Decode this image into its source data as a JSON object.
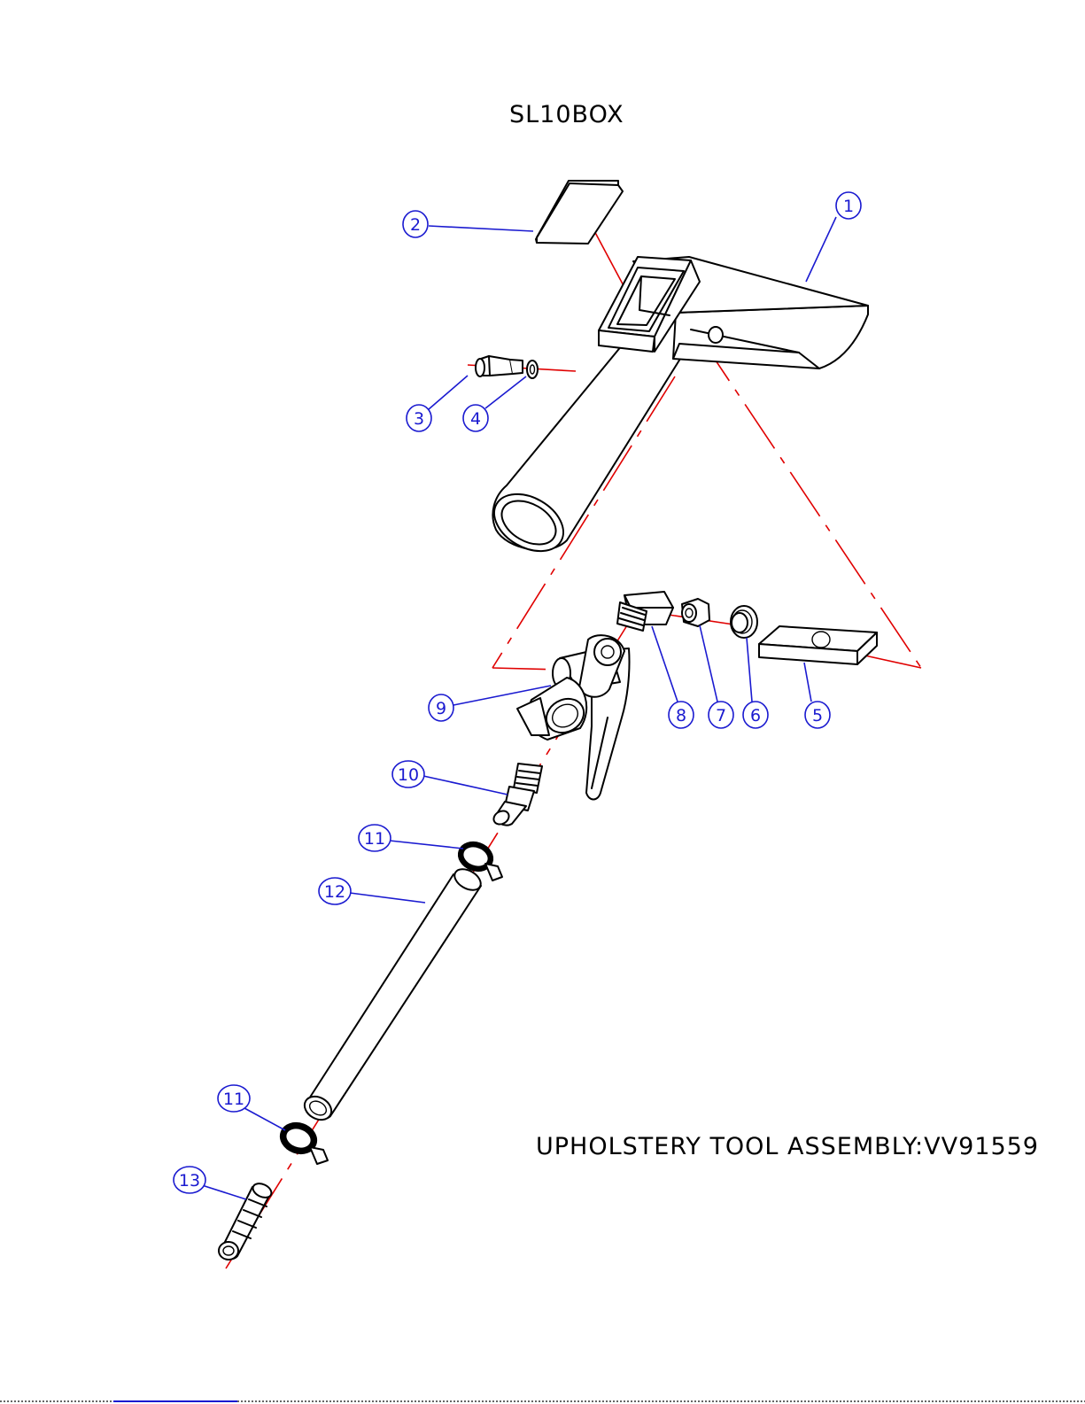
{
  "header": {
    "model_code": "SL10BOX"
  },
  "footer": {
    "assembly_title": "UPHOLSTERY TOOL ASSEMBLY:VV91559"
  },
  "callouts": [
    "1",
    "2",
    "3",
    "4",
    "5",
    "6",
    "7",
    "8",
    "9",
    "10",
    "11",
    "11",
    "12",
    "13"
  ],
  "colors": {
    "callout": "#1a1ad0",
    "axis": "#e00000",
    "line": "#000000"
  }
}
